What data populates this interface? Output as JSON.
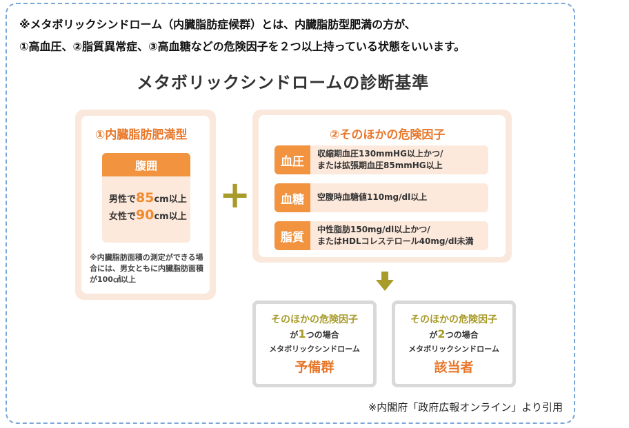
{
  "intro": {
    "line1": "※メタボリックシンドローム（内臓脂肪症候群）とは、内臓脂肪型肥満の方が、",
    "line2": "①高血圧、②脂質異常症、③高血糖などの危険因子を２つ以上持っている状態をいいます。"
  },
  "title": "メタボリックシンドロームの診断基準",
  "left_panel": {
    "title": "①内臓脂肪肥満型",
    "waist_label": "腹囲",
    "male_prefix": "男性で",
    "male_value": "85",
    "male_suffix": "cm以上",
    "female_prefix": "女性で",
    "female_value": "90",
    "female_suffix": "cm以上",
    "note": "※内臓脂肪面積の測定ができる場合には、男女ともに内臓脂肪面積が100㎠以上"
  },
  "plus_symbol": "+",
  "right_panel": {
    "title": "②そのほかの危険因子",
    "rows": [
      {
        "tag": "血圧",
        "line1": "収縮期血圧130mmHG以上かつ/",
        "line2": "または拡張期血圧85mmHG以上"
      },
      {
        "tag": "血糖",
        "line1": "空腹時血糖値110mg/dl以上",
        "line2": ""
      },
      {
        "tag": "脂質",
        "line1": "中性脂肪150mg/dl以上かつ/",
        "line2": "またはHDLコレステロール40mg/dl未満"
      }
    ]
  },
  "results": [
    {
      "line1": "そのほかの危険因子",
      "prefix": "が",
      "count": "1",
      "suffix": "つの場合",
      "line3": "メタボリックシンドローム",
      "verdict": "予備群"
    },
    {
      "line1": "そのほかの危険因子",
      "prefix": "が",
      "count": "2",
      "suffix": "つの場合",
      "line3": "メタボリックシンドローム",
      "verdict": "該当者"
    }
  ],
  "source": "※内閣府「政府広報オンライン」より引用",
  "colors": {
    "accent_orange": "#f1933f",
    "olive": "#a89b2a",
    "frame_blue": "#7aa6d8"
  },
  "icons": {
    "arrow": "down-arrow-icon"
  }
}
